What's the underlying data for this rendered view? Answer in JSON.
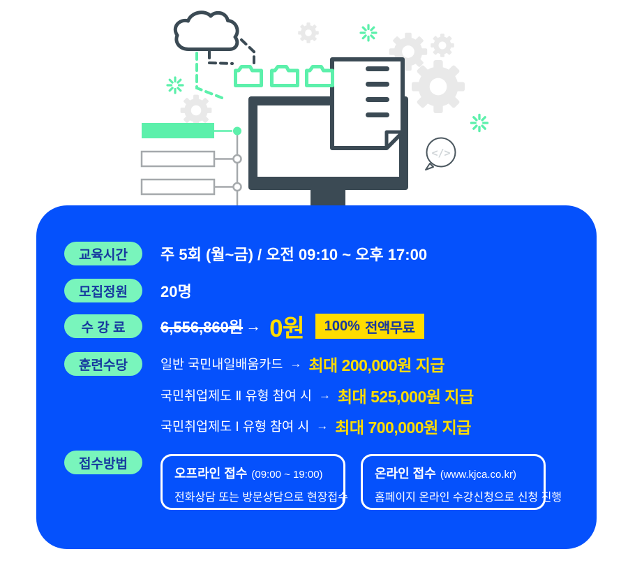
{
  "illustration": {
    "code_glyph": "</>"
  },
  "panel": {
    "rows": {
      "schedule": {
        "label": "교육시간",
        "text": "주 5회 (월~금) / 오전 09:10 ~ 오후 17:00"
      },
      "capacity": {
        "label": "모집정원",
        "text": "20명"
      },
      "tuition": {
        "label": "수 강 료",
        "original_price": "6,556,860원",
        "arrow": "→",
        "discounted_price": "0원",
        "badge": {
          "percent": "100%",
          "text": "전액무료"
        }
      },
      "allowance": {
        "label": "훈련수당",
        "lines": [
          {
            "condition": "일반 국민내일배움카드",
            "arrow": "→",
            "amount": "최대 200,000원 지급"
          },
          {
            "condition": "국민취업제도 Ⅱ 유형 참여 시",
            "arrow": "→",
            "amount": "최대 525,000원 지급"
          },
          {
            "condition": "국민취업제도 Ⅰ 유형 참여 시",
            "arrow": "→",
            "amount": "최대 700,000원 지급"
          }
        ]
      },
      "application": {
        "label": "접수방법",
        "boxes": [
          {
            "title": "오프라인 접수",
            "note": "(09:00 ~ 19:00)",
            "desc": "전화상담 또는 방문상담으로 현장접수"
          },
          {
            "title": "온라인 접수",
            "note": "(www.kjca.co.kr)",
            "desc": "홈페이지 온라인 수강신청으로 신청 진행"
          }
        ]
      }
    }
  },
  "colors": {
    "panel_blue": "#0551fc",
    "pill_mint": "#79f5bc",
    "illo_mint": "#5cf0ab",
    "yellow": "#ffdc00",
    "navy_text": "#16389f",
    "ink": "#3b4a54",
    "gear_gray": "#e9e9e9",
    "line_gray": "#a5a9ac",
    "white": "#ffffff"
  }
}
